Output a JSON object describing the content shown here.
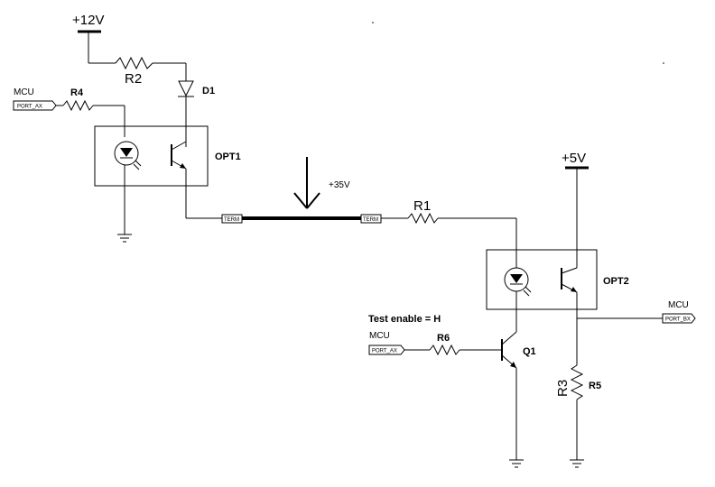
{
  "labels": {
    "v12": "+12V",
    "v5": "+5V",
    "v35": "+35V",
    "r1": "R1",
    "r2": "R2",
    "r3": "R3",
    "r4": "R4",
    "r5": "R5",
    "r6": "R6",
    "d1": "D1",
    "q1": "Q1",
    "opt1": "OPT1",
    "opt2": "OPT2",
    "mcu1": "MCU",
    "mcu2": "MCU",
    "mcu3": "MCU",
    "port_ax_1": "PORT_AX",
    "port_ax_2": "PORT_AX",
    "port_bx": "PORT_BX",
    "term_left": "TERM",
    "term_right": "TERM",
    "test_enable": "Test enable = H"
  }
}
